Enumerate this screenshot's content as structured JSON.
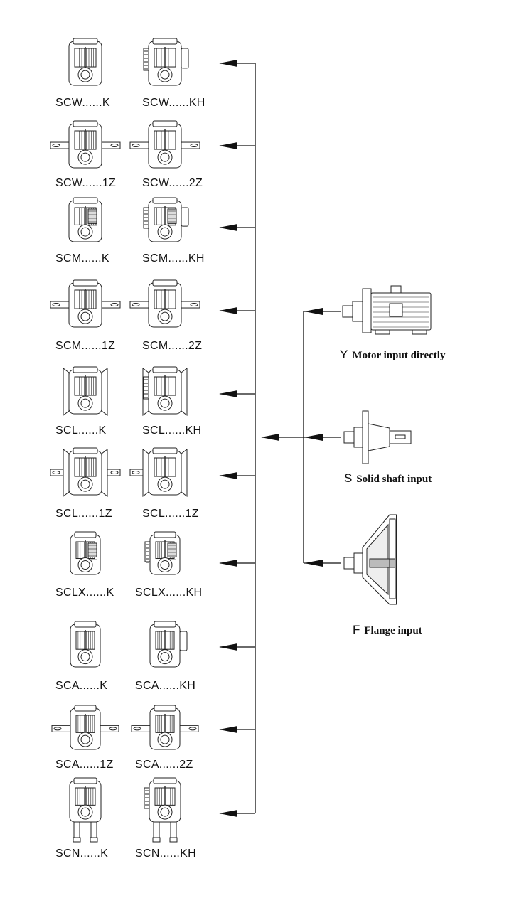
{
  "gearbox_variants": [
    {
      "left": "SCW......K",
      "right": "SCW......KH"
    },
    {
      "left": "SCW......1Z",
      "right": "SCW......2Z"
    },
    {
      "left": "SCM......K",
      "right": "SCM......KH"
    },
    {
      "left": "SCM......1Z",
      "right": "SCM......2Z"
    },
    {
      "left": "SCL......K",
      "right": "SCL......KH"
    },
    {
      "left": "SCL......1Z",
      "right": "SCL......1Z"
    },
    {
      "left": "SCLX......K",
      "right": "SCLX......KH"
    },
    {
      "left": "SCA......K",
      "right": "SCA......KH"
    },
    {
      "left": "SCA......1Z",
      "right": "SCA......2Z"
    },
    {
      "left": "SCN......K",
      "right": "SCN......KH"
    }
  ],
  "input_options": [
    {
      "code": "Y",
      "label": "Motor input directly"
    },
    {
      "code": "S",
      "label": "Solid shaft input"
    },
    {
      "code": "F",
      "label": "Flange input"
    }
  ]
}
